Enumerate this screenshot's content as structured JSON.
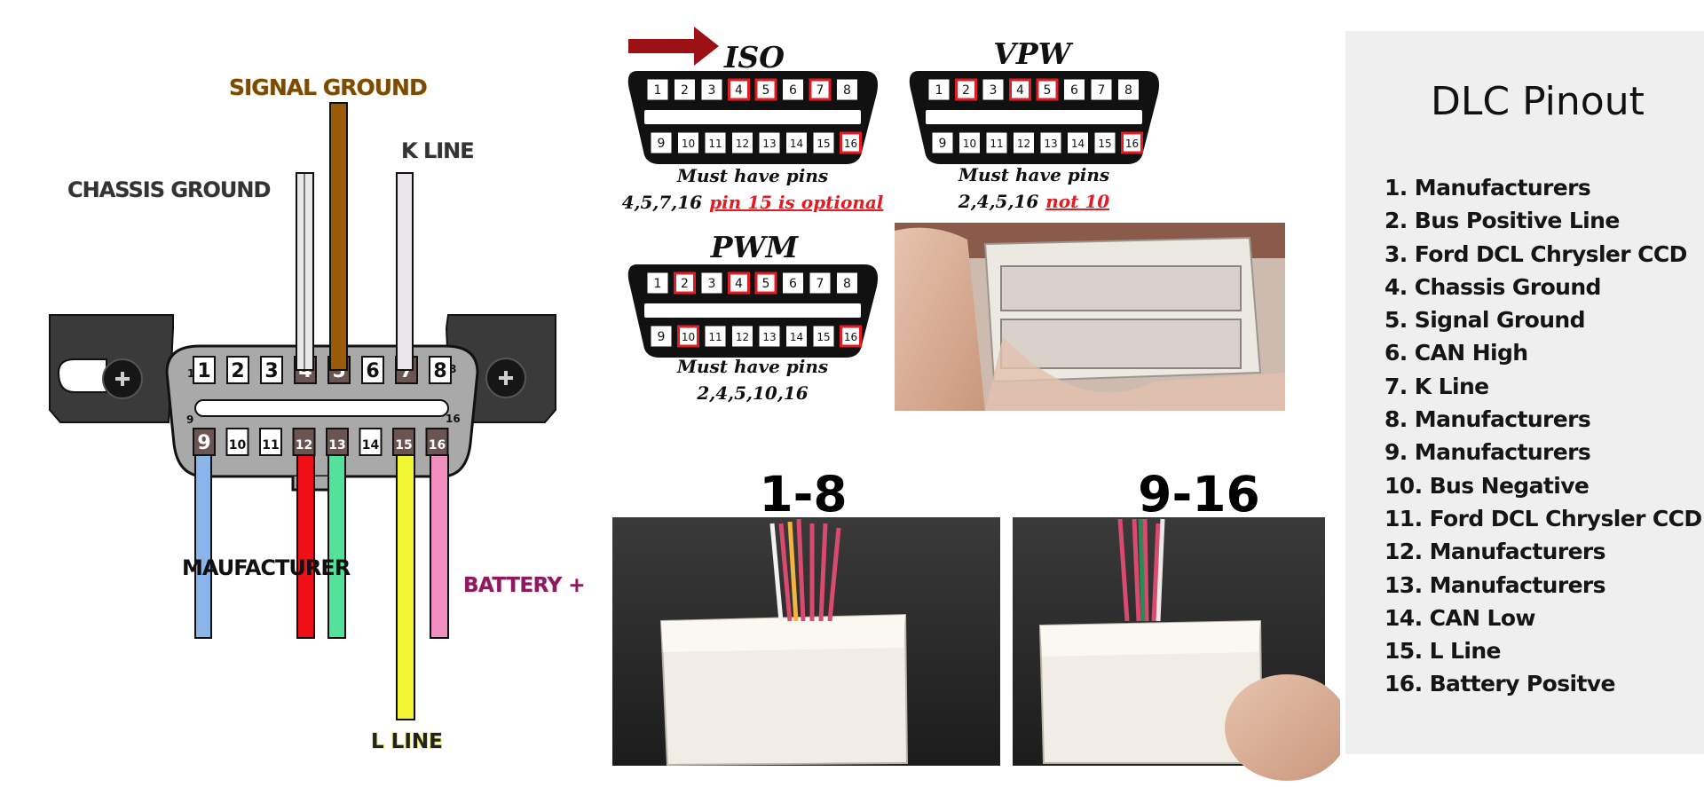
{
  "left_diagram": {
    "labels": {
      "signal_ground": "SIGNAL GROUND",
      "chassis_ground": "CHASSIS GROUND",
      "k_line": "K LINE",
      "manufacturer": "MAUFACTURER",
      "battery": "BATTERY +",
      "l_line": "L LINE"
    },
    "top_pins": [
      "1",
      "2",
      "3",
      "4",
      "5",
      "6",
      "7",
      "8"
    ],
    "bottom_pins": [
      "9",
      "10",
      "11",
      "12",
      "13",
      "14",
      "15",
      "16"
    ],
    "side_numbers": {
      "top_left": "1",
      "top_right": "8",
      "bottom_left": "9",
      "bottom_right": "16"
    },
    "wire_colors": {
      "chassis_ground": "#e8e8e8",
      "signal_ground": "#9a5a07",
      "k_line": "#e8e6ea",
      "pin9": "#8ab4ea",
      "pin12": "#ef0f17",
      "pin13": "#52e29c",
      "pin15": "#f2f531",
      "pin16": "#f08fbf"
    }
  },
  "protocols": [
    {
      "name": "ISO",
      "top_pins": [
        "1",
        "2",
        "3",
        "4",
        "5",
        "6",
        "7",
        "8"
      ],
      "bottom_pins": [
        "9",
        "10",
        "11",
        "12",
        "13",
        "14",
        "15",
        "16"
      ],
      "highlighted": [
        "4",
        "5",
        "7",
        "16"
      ],
      "caption_line1": "Must have pins",
      "caption_pins": "4,5,7,16",
      "caption_note": "pin 15 is optional"
    },
    {
      "name": "VPW",
      "top_pins": [
        "1",
        "2",
        "3",
        "4",
        "5",
        "6",
        "7",
        "8"
      ],
      "bottom_pins": [
        "9",
        "10",
        "11",
        "12",
        "13",
        "14",
        "15",
        "16"
      ],
      "highlighted": [
        "2",
        "4",
        "5",
        "16"
      ],
      "caption_line1": "Must have pins",
      "caption_pins": "2,4,5,16",
      "caption_note": "not 10"
    },
    {
      "name": "PWM",
      "top_pins": [
        "1",
        "2",
        "3",
        "4",
        "5",
        "6",
        "7",
        "8"
      ],
      "bottom_pins": [
        "9",
        "10",
        "11",
        "12",
        "13",
        "14",
        "15",
        "16"
      ],
      "highlighted": [
        "2",
        "4",
        "5",
        "10",
        "16"
      ],
      "caption_line1": "Must have pins",
      "caption_pins": "2,4,5,10,16",
      "caption_note": ""
    }
  ],
  "photo_labels": {
    "left": "1-8",
    "right": "9-16"
  },
  "accent_colors": {
    "highlight": "#e31c23",
    "arrow": "#9b1116"
  },
  "pinout": {
    "title": "DLC Pinout",
    "items": [
      "1. Manufacturers",
      "2. Bus Positive Line",
      "3. Ford DCL Chrysler CCD",
      "4. Chassis Ground",
      "5. Signal Ground",
      "6. CAN High",
      "7. K Line",
      "8. Manufacturers",
      "9. Manufacturers",
      "10. Bus Negative",
      "11. Ford DCL Chrysler CCD",
      "12. Manufacturers",
      "13. Manufacturers",
      "14. CAN Low",
      "15. L Line",
      "16. Battery Positve"
    ]
  }
}
